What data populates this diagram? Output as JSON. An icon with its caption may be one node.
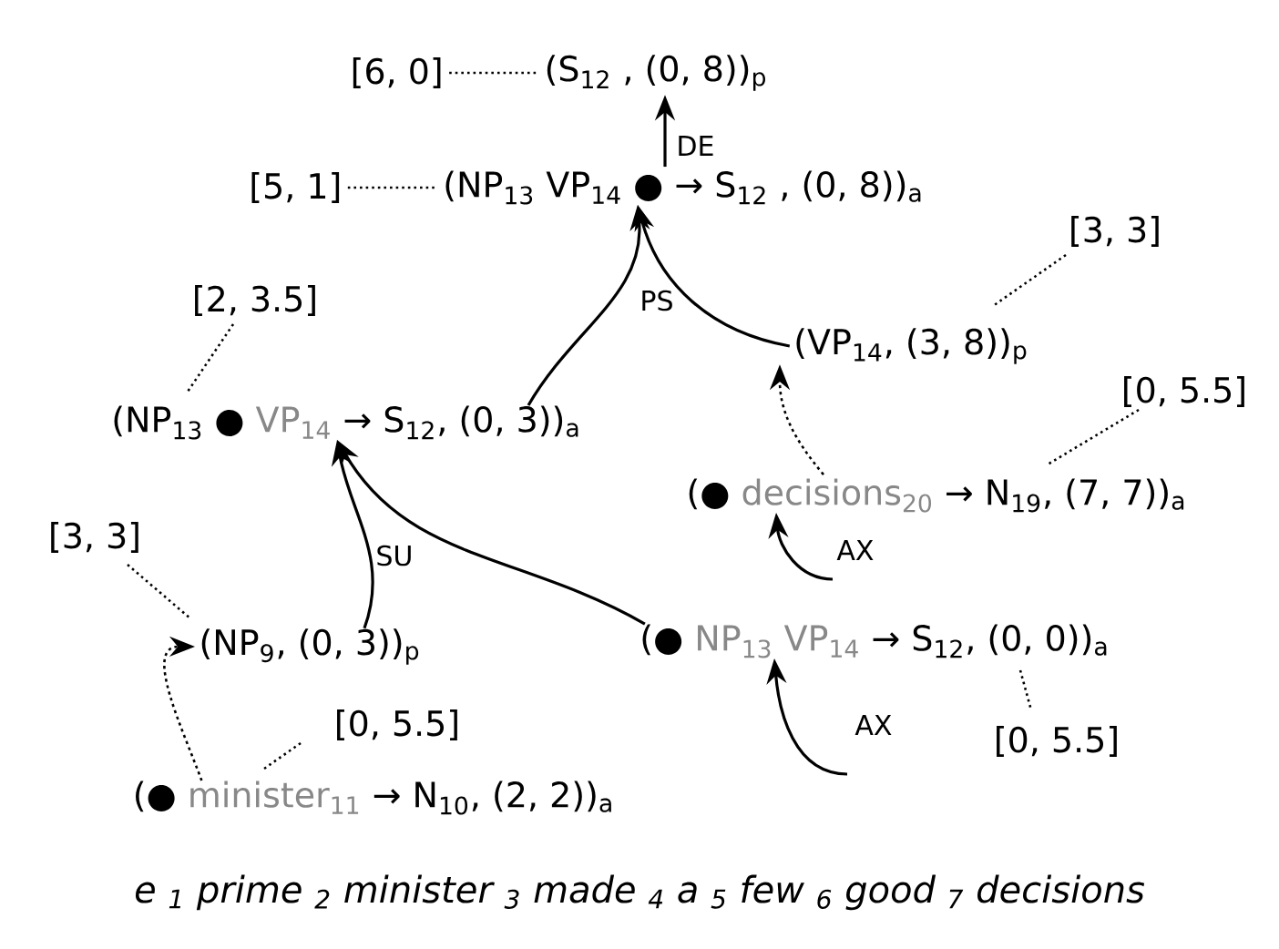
{
  "diagram": {
    "caption": "e $_{1}$ prime $_{2}$ minister $_{3}$ made $_{4}$ a $_{5}$ few $_{6}$ good $_{7}$ decisions",
    "nodes": [
      {
        "text": [
          "(S$_{12}$ , (0, 8))$_{p}$"
        ],
        "beside": [
          "[6, 0]"
        ]
      },
      {
        "text": [
          "(NP$_{13}$ VP$_{14}$ ● → S$_{12}$ , (0, 8))$_{a}$"
        ],
        "beside": [
          "[5, 1]"
        ]
      },
      {
        "text": [
          "(VP$_{14}$, (3, 8))$_{p}$"
        ],
        "beside": [
          "[3, 3]"
        ]
      },
      {
        "text": [
          "(NP$_{13}$ ●",
          "VP$_{14}$",
          "→ S$_{12}$, (0, 3))$_{a}$"
        ],
        "beside": [
          "[2, 3.5]"
        ]
      },
      {
        "text": [
          "(●",
          "decisions$_{20}$",
          "→ N$_{19}$, (7, 7))$_{a}$"
        ],
        "beside": [
          "[0, 5.5]"
        ]
      },
      {
        "text": [
          "(NP$_{9}$, (0, 3))$_{p}$"
        ],
        "beside": [
          "[3, 3]"
        ]
      },
      {
        "text": [
          "(●",
          "NP$_{13}$ VP$_{14}$",
          "→ S$_{12}$, (0, 0))$_{a}$"
        ],
        "beside": [
          "[0, 5.5]"
        ]
      },
      {
        "text": [
          "(●",
          "minister$_{11}$",
          "→ N$_{10}$, (2, 2))$_{a}$"
        ],
        "beside": [
          "[0, 5.5]"
        ]
      }
    ],
    "edges": [
      {
        "from": 1,
        "to": 0,
        "arrow": "to",
        "label": "DE"
      },
      {
        "from": 3,
        "to": 1,
        "arrow": "to",
        "label": "PS"
      },
      {
        "from": 2,
        "to": 1,
        "arrow": "to"
      },
      {
        "from": 5,
        "to": 3,
        "arrow": "to",
        "label": "SU"
      },
      {
        "from": 6,
        "to": 3,
        "arrow": "to"
      },
      {
        "from": 7,
        "to": 5,
        "arrow": "to",
        "style": "dashed"
      },
      {
        "from": 4,
        "to": 2,
        "arrow": "to",
        "style": "dashed"
      },
      {
        "from": null,
        "to": 4,
        "arrow": "to",
        "label": "AX"
      },
      {
        "from": null,
        "to": 6,
        "arrow": "to",
        "label": "AX"
      }
    ]
  }
}
